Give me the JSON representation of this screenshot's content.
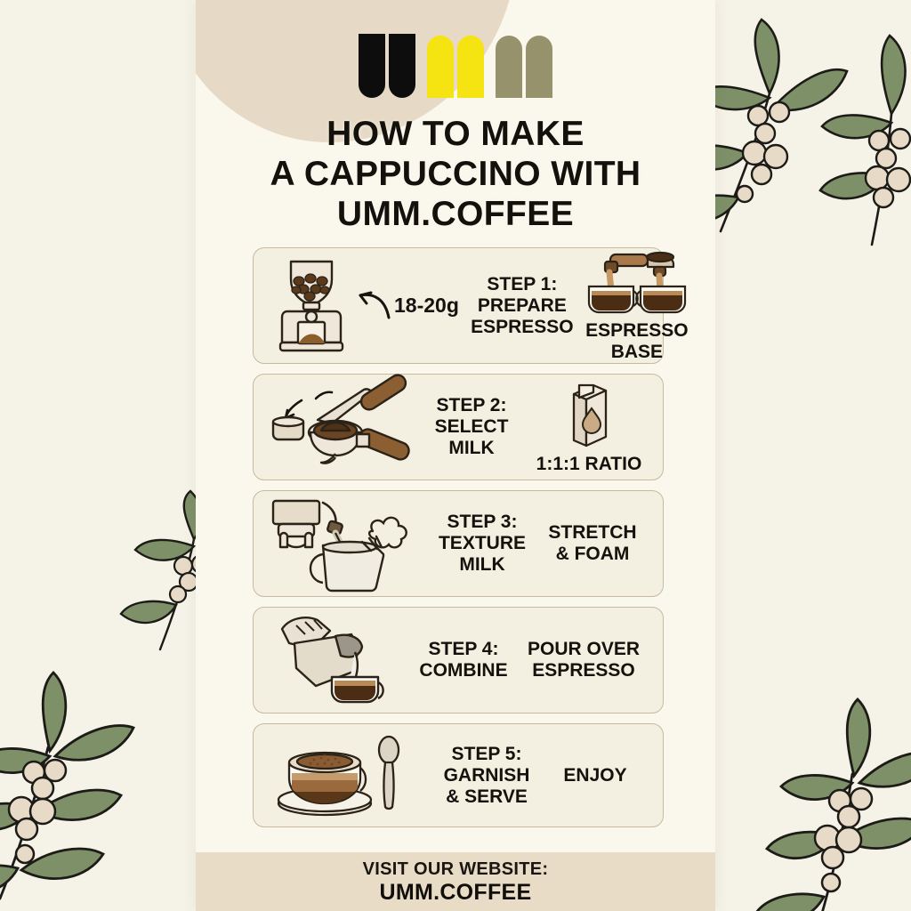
{
  "brand": {
    "logo_alt": "UMM",
    "logo_colors": {
      "black": "#0d0d0d",
      "yellow": "#f5e312",
      "olive": "#96926c"
    }
  },
  "title": {
    "line1": "HOW TO MAKE",
    "line2": "A CAPPUCCINO WITH",
    "line3": "UMM.COFFEE"
  },
  "steps": [
    {
      "icon_left": "coffee-grinder-icon",
      "annotation": "18-20g",
      "label": "STEP 1:\nPREPARE\nESPRESSO",
      "label_line1": "STEP 1:",
      "label_line2": "PREPARE",
      "label_line3": "ESPRESSO",
      "icon_right": "double-espresso-shot-icon",
      "note_line1": "ESPRESSO BASE",
      "note_line2": ""
    },
    {
      "icon_left": "portafilter-tamper-icon",
      "annotation": "",
      "label_line1": "STEP 2:",
      "label_line2": "SELECT",
      "label_line3": "MILK",
      "icon_right": "milk-carton-icon",
      "note_line1": "1:1:1 RATIO",
      "note_line2": ""
    },
    {
      "icon_left": "steam-wand-pitcher-icon",
      "annotation": "",
      "label_line1": "STEP 3:",
      "label_line2": "TEXTURE",
      "label_line3": "MILK",
      "icon_right": "",
      "note_line1": "STRETCH",
      "note_line2": "& FOAM"
    },
    {
      "icon_left": "hand-pouring-milk-icon",
      "annotation": "",
      "label_line1": "STEP 4:",
      "label_line2": "COMBINE",
      "label_line3": "",
      "icon_right": "",
      "note_line1": "POUR OVER",
      "note_line2": "ESPRESSO"
    },
    {
      "icon_left": "cappuccino-cup-saucer-spoon-icon",
      "annotation": "",
      "label_line1": "STEP 5:",
      "label_line2": "GARNISH",
      "label_line3": "& SERVE",
      "icon_right": "",
      "note_line1": "ENJOY",
      "note_line2": ""
    }
  ],
  "footer": {
    "line1": "VISIT OUR WEBSITE:",
    "line2": "UMM.COFFEE"
  },
  "decor": {
    "leaf_color": "#7d9068",
    "berry_color": "#e7dac6",
    "outline_color": "#1c1b17",
    "panel_bg": "#faf7ed",
    "outer_bg": "#f5f2e7",
    "card_bg": "#f4f0e1",
    "card_border": "#c8b9a0",
    "footer_bg": "#e8dcc7"
  }
}
